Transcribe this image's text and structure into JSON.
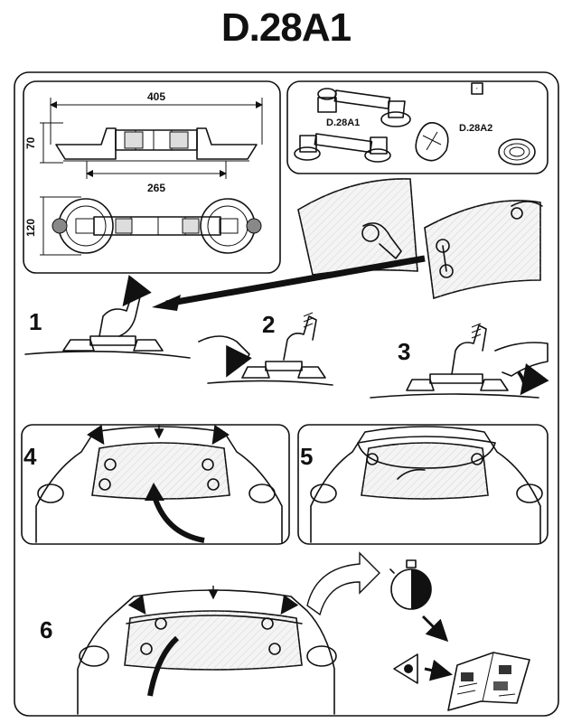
{
  "title": "D.28A1",
  "dimensions": {
    "length": "405",
    "height": "70",
    "inner_span": "265",
    "cup_diameter": "120"
  },
  "kit_labels": {
    "item_a": "D.28A1",
    "item_b": "D.28A2"
  },
  "steps": [
    "1",
    "2",
    "3",
    "4",
    "5",
    "6"
  ]
}
